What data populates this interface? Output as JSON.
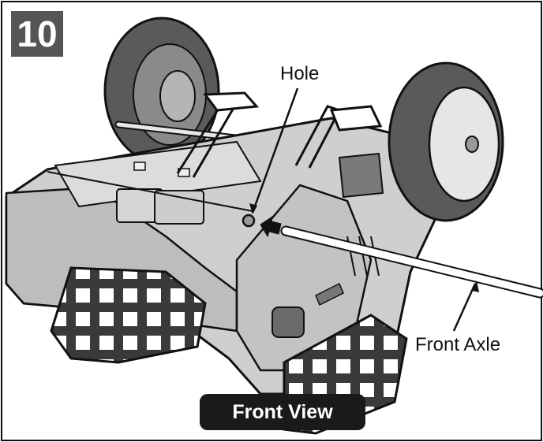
{
  "step": {
    "number": "10"
  },
  "callouts": {
    "hole": "Hole",
    "front_axle": "Front Axle"
  },
  "view_label": "Front View",
  "colors": {
    "body": "#cfcfcf",
    "body_shadow": "#9a9a9a",
    "tire": "#555555",
    "outline": "#111111",
    "label_bg": "#1a1a1a",
    "step_bg": "#555555"
  }
}
